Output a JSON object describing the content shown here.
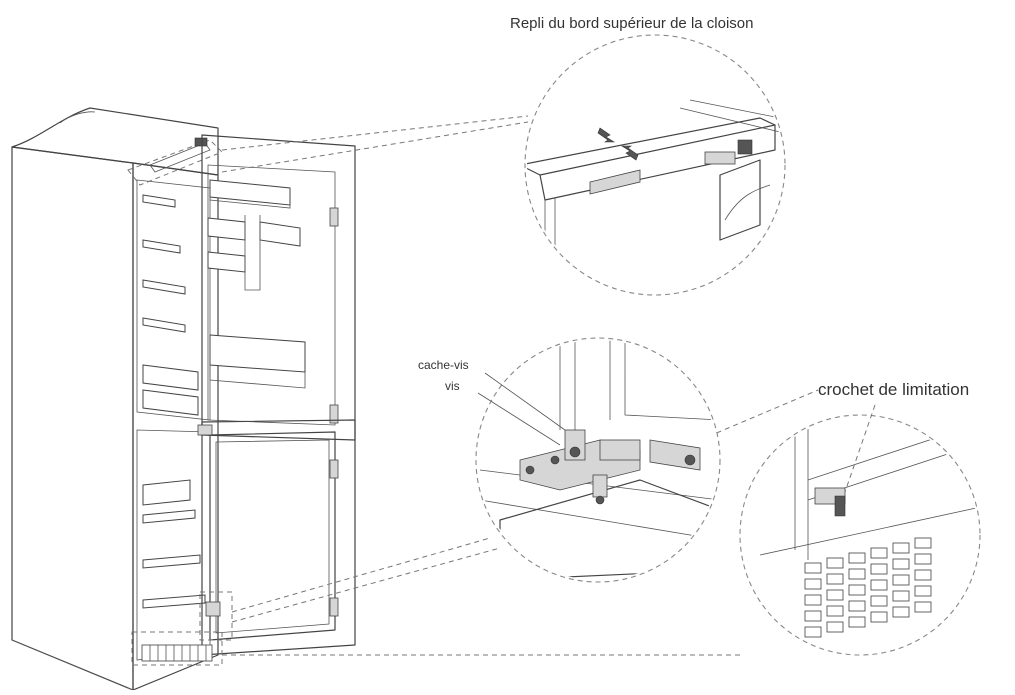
{
  "labels": {
    "top_callout": "Repli du bord supérieur de la cloison",
    "cache_vis": "cache-vis",
    "vis": "vis",
    "crochet": "crochet de limitation"
  }
}
